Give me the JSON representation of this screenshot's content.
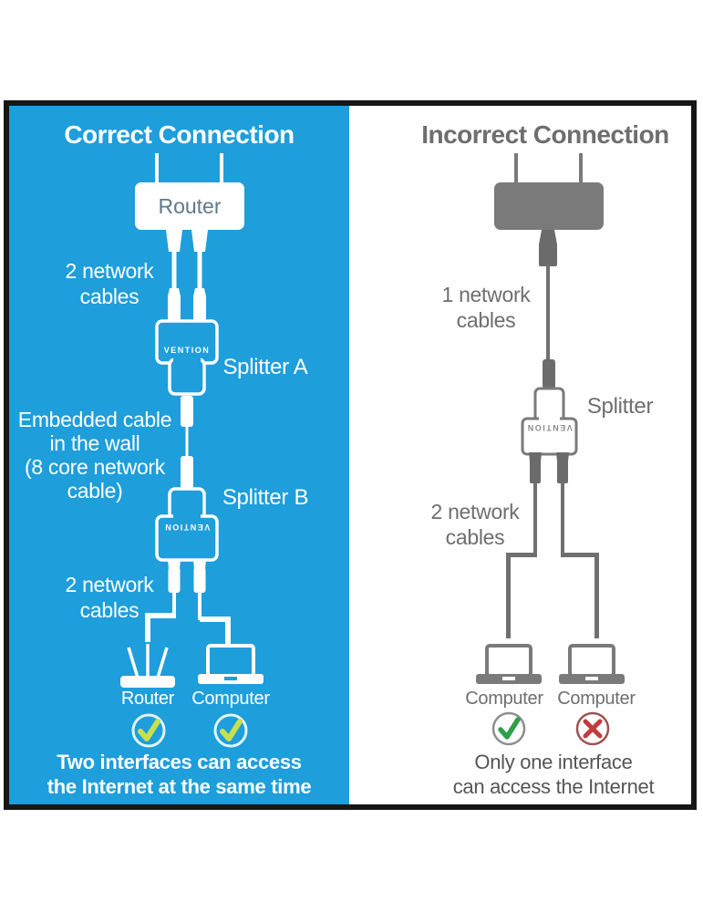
{
  "panels": {
    "left": {
      "title": "Correct Connection",
      "router_box_label": "Router",
      "cables_top_label": "2 network\ncables",
      "splitter_a_label": "Splitter A",
      "embedded_label": "Embedded cable\nin the wall\n(8 core network\ncable)",
      "splitter_b_label": "Splitter B",
      "cables_bottom_label": "2 network\ncables",
      "device_router_label": "Router",
      "device_computer_label": "Computer",
      "brand": "VENTION",
      "caption": "Two interfaces can access\nthe Internet at the same time"
    },
    "right": {
      "title": "Incorrect Connection",
      "cable_top_label": "1 network\ncables",
      "splitter_label": "Splitter",
      "cables_bottom_label": "2 network\ncables",
      "computer1_label": "Computer",
      "computer2_label": "Computer",
      "brand": "VENTION",
      "caption": "Only one interface\ncan access the Internet"
    }
  },
  "colors": {
    "panel_blue": "#1E9EDB",
    "frame_border": "#161616",
    "diagram_gray": "#7A7A7A",
    "connector_gray": "#6B6B6B",
    "check_green": "#2EA049",
    "cross_red": "#C23B3B",
    "check_lime": "#C8E04E",
    "router_text": "#5E7A8A"
  }
}
